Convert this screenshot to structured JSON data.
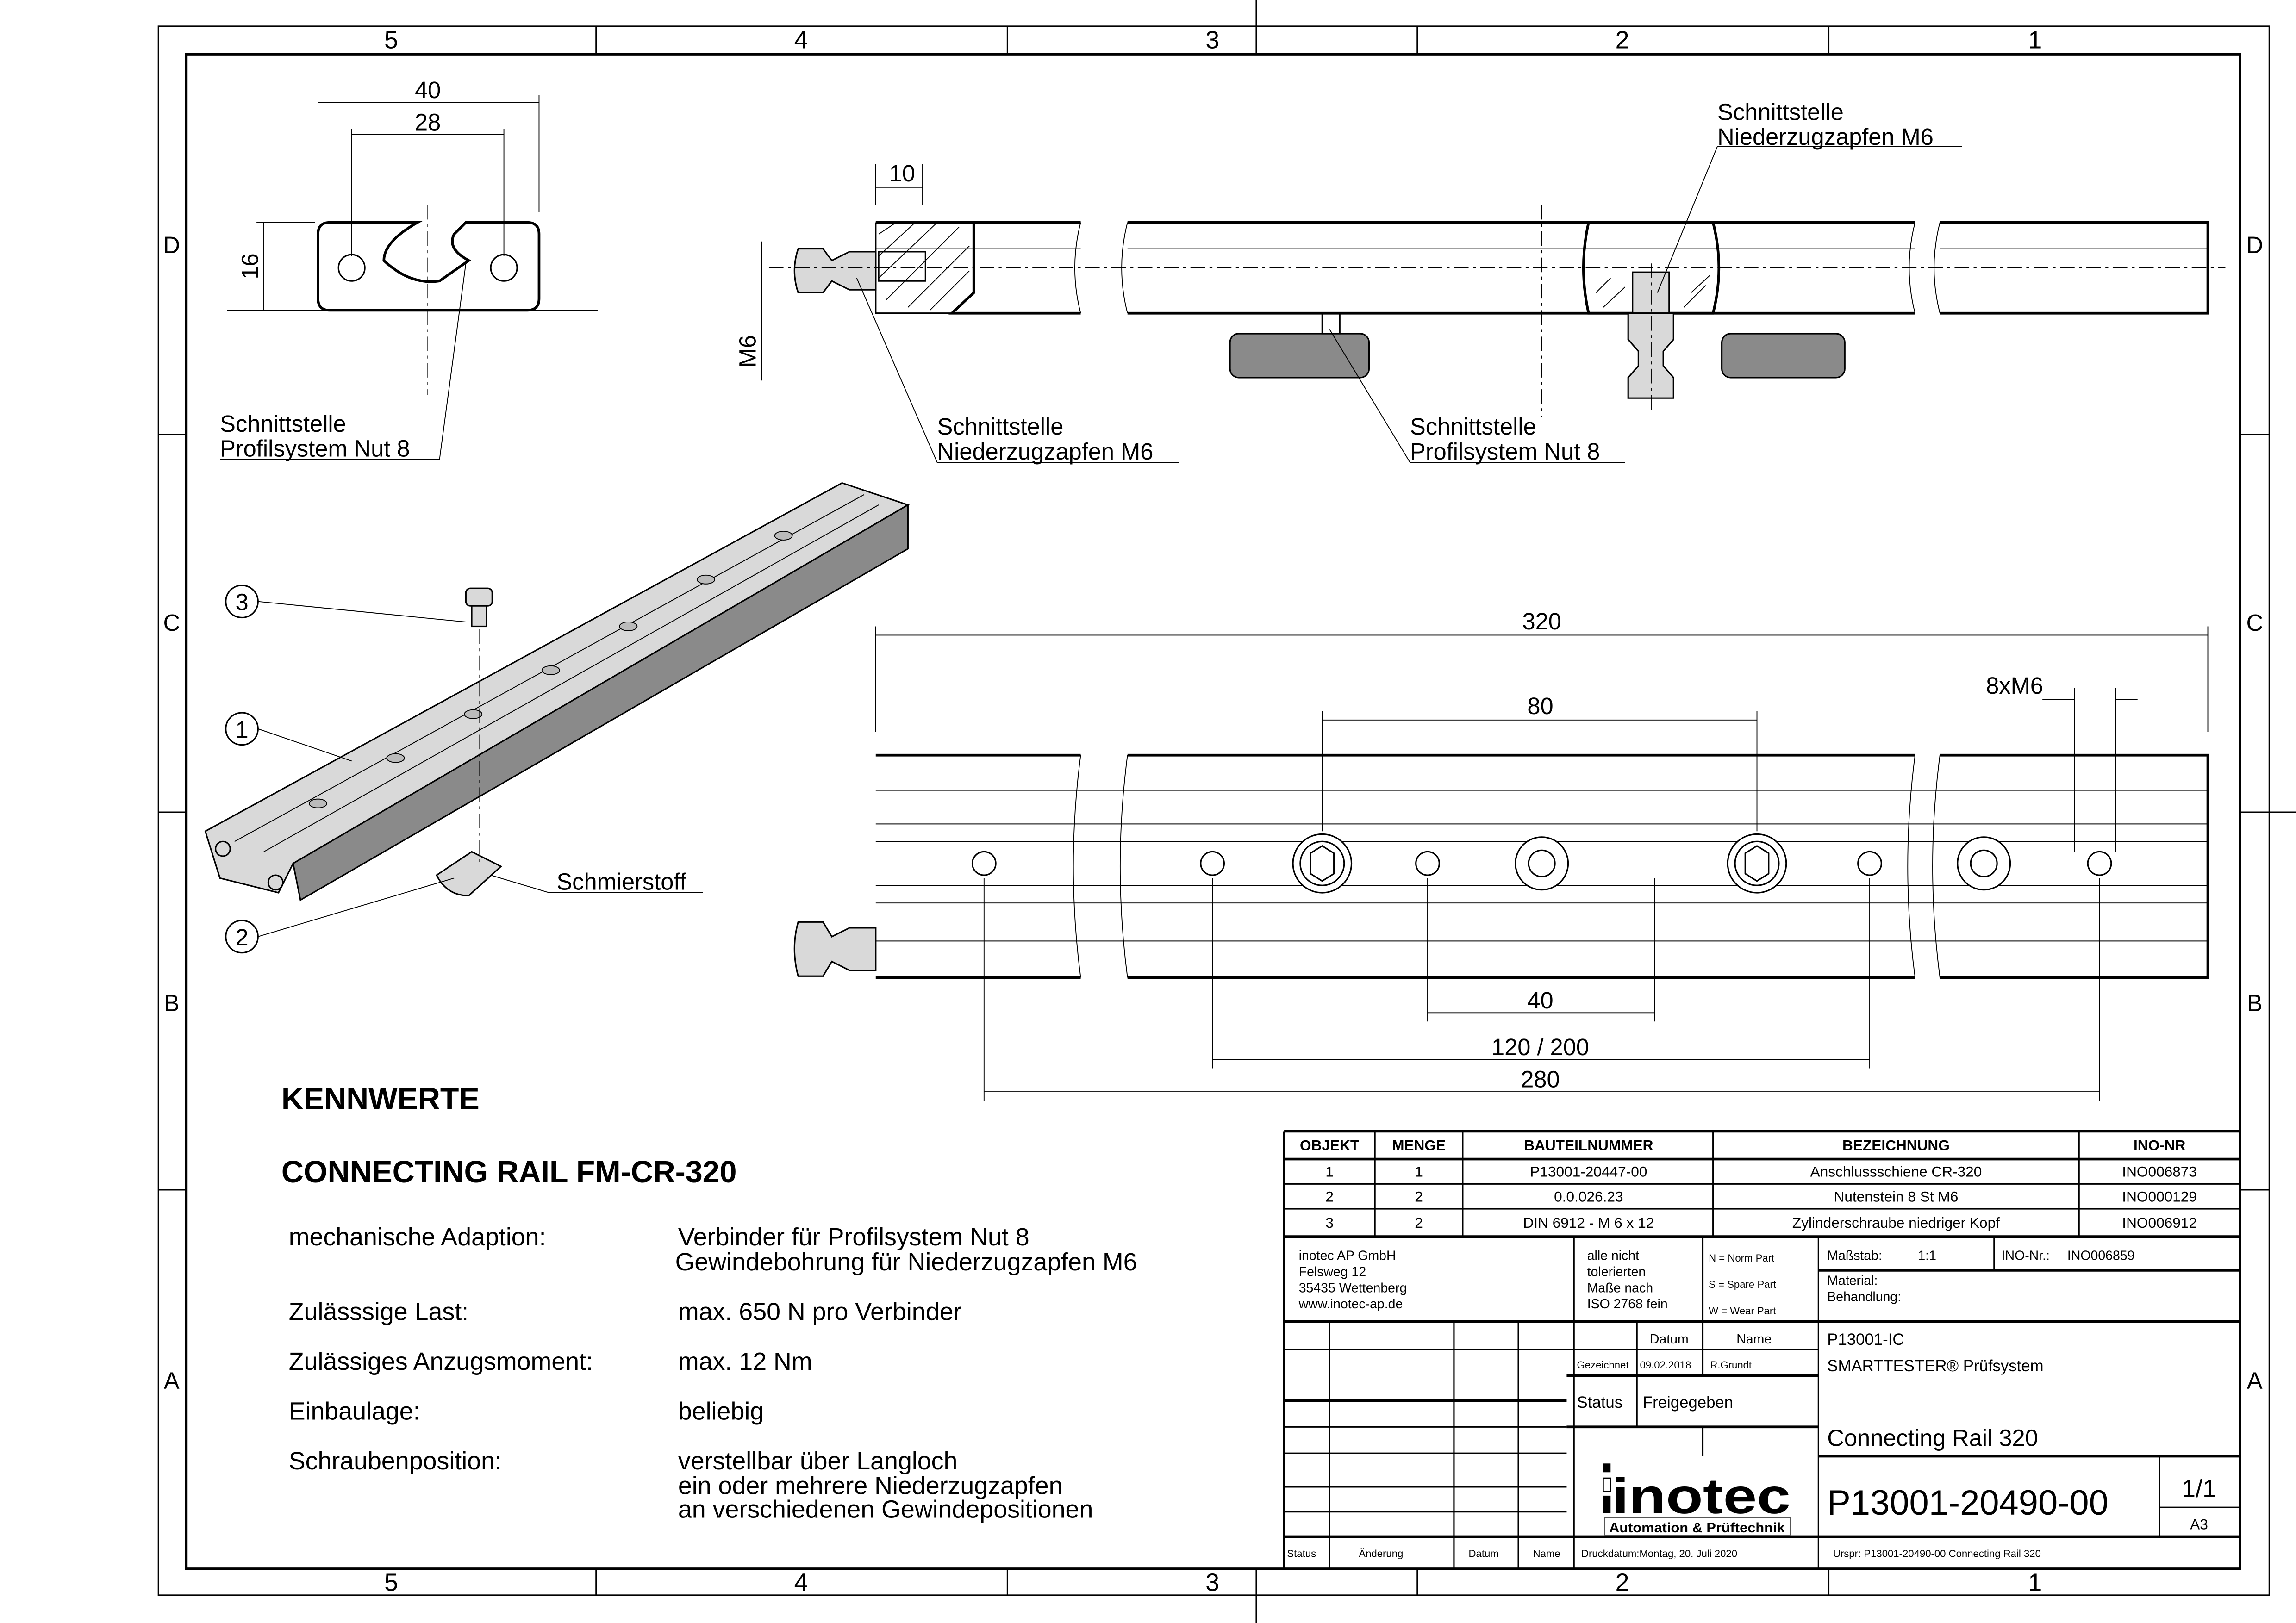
{
  "frame": {
    "zones_horizontal": [
      "5",
      "4",
      "3",
      "2",
      "1"
    ],
    "zones_vertical": [
      "D",
      "C",
      "B",
      "A"
    ]
  },
  "views": {
    "profile": {
      "dim_40": "40",
      "dim_28": "28",
      "dim_16": "16",
      "label_1": "Schnittstelle",
      "label_2": "Profilsystem Nut 8"
    },
    "side": {
      "dim_10": "10",
      "dim_m6": "M6",
      "label_left_1": "Schnittstelle",
      "label_left_2": "Niederzugzapfen M6",
      "label_mid_1": "Schnittstelle",
      "label_mid_2": "Profilsystem Nut 8",
      "label_top_1": "Schnittstelle",
      "label_top_2": "Niederzugzapfen M6"
    },
    "iso": {
      "balloon_3": "3",
      "balloon_1": "1",
      "balloon_2": "2",
      "lubricant": "Schmierstoff"
    },
    "top": {
      "dim_320": "320",
      "dim_80": "80",
      "dim_8xm6": "8xM6",
      "dim_40": "40",
      "dim_120_200": "120 / 200",
      "dim_280": "280"
    }
  },
  "kennwerte": {
    "heading": "KENNWERTE",
    "subheading": "CONNECTING RAIL FM-CR-320",
    "rows": [
      {
        "label": "mechanische Adaption:",
        "values": [
          "Verbinder für Profilsystem Nut 8",
          "Gewindebohrung für Niederzugzapfen M6"
        ]
      },
      {
        "label": "Zulässsige Last:",
        "values": [
          "max. 650 N pro Verbinder"
        ]
      },
      {
        "label": "Zulässiges Anzugsmoment:",
        "values": [
          "max. 12 Nm"
        ]
      },
      {
        "label": "Einbaulage:",
        "values": [
          "beliebig"
        ]
      },
      {
        "label": "Schraubenposition:",
        "values": [
          "verstellbar über Langloch",
          "ein oder mehrere Niederzugzapfen",
          "an verschiedenen Gewindepositionen"
        ]
      }
    ]
  },
  "parts_list": {
    "headers": [
      "OBJEKT",
      "MENGE",
      "BAUTEILNUMMER",
      "BEZEICHNUNG",
      "INO-NR"
    ],
    "rows": [
      [
        "1",
        "1",
        "P13001-20447-00",
        "Anschlussschiene CR-320",
        "INO006873"
      ],
      [
        "2",
        "2",
        "0.0.026.23",
        "Nutenstein 8 St M6",
        "INO000129"
      ],
      [
        "3",
        "2",
        "DIN 6912 - M 6 x 12",
        "Zylinderschraube niedriger Kopf",
        "INO006912"
      ]
    ]
  },
  "title_block": {
    "company": [
      "inotec AP GmbH",
      "Felsweg 12",
      "35435 Wettenberg",
      "www.inotec-ap.de"
    ],
    "tolerance": [
      "alle nicht",
      "tolerierten",
      "Maße nach",
      "ISO 2768 fein"
    ],
    "part_types": [
      "N = Norm Part",
      "S = Spare Part",
      "W = Wear Part"
    ],
    "scale_label": "Maßstab:",
    "scale": "1:1",
    "ino_label": "INO-Nr.:",
    "ino": "INO006859",
    "material_label": "Material:",
    "treatment_label": "Behandlung:",
    "datum_header": "Datum",
    "name_header": "Name",
    "drawn_label": "Gezeichnet",
    "drawn_date": "09.02.2018",
    "drawn_name": "R.Grundt",
    "status_label": "Status",
    "status": "Freigegeben",
    "project": "P13001-IC",
    "system": "SMARTTESTER® Prüfsystem",
    "title": "Connecting Rail 320",
    "drawing_number": "P13001-20490-00",
    "sheet": "1/1",
    "format": "A3",
    "logo_text": "inotec",
    "logo_sub": "Automation & Prüftechnik",
    "rev_headers": [
      "Status",
      "Änderung",
      "Datum",
      "Name"
    ],
    "print_date": "Druckdatum:Montag, 20. Juli 2020",
    "origin": "Urspr: P13001-20490-00 Connecting Rail 320"
  }
}
